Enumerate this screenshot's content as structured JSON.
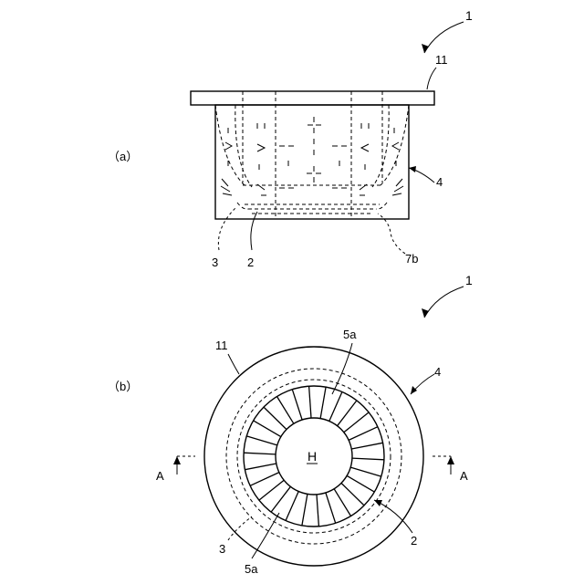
{
  "figure_a": {
    "label": "（a）",
    "ref_assembly": "1",
    "ref_flange": "11",
    "ref_side": "4",
    "ref_3": "3",
    "ref_2": "2",
    "ref_7b": "7b"
  },
  "figure_b": {
    "label": "（b）",
    "ref_assembly": "1",
    "ref_flange": "11",
    "ref_side": "4",
    "ref_5a_top": "5a",
    "ref_5a_bottom": "5a",
    "ref_2": "2",
    "ref_3": "3",
    "ref_hole": "H",
    "section_left": "A",
    "section_right": "A",
    "fin_count": 26
  }
}
